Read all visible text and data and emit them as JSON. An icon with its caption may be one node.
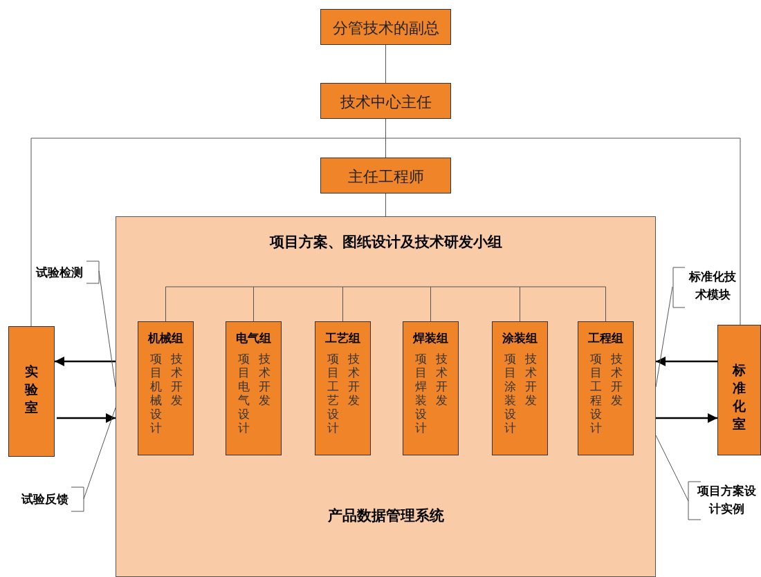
{
  "diagram": {
    "nodes": [
      {
        "text": [
          "分管技术的副总"
        ]
      },
      {
        "text": [
          "技术中心主任"
        ]
      },
      {
        "text": [
          "主任工程师"
        ]
      },
      {
        "text": [
          "项目方案、图纸设计及技术研发小组",
          "产品数据管理系统"
        ]
      },
      {
        "text": [
          "机械组",
          "项目机械设计",
          "技术开发"
        ],
        "in": 3
      },
      {
        "text": [
          "电气组",
          "项目电气设计",
          "技术开发"
        ],
        "in": 3
      },
      {
        "text": [
          "工艺组",
          "项目工艺设计",
          "技术开发"
        ],
        "in": 3
      },
      {
        "text": [
          "焊装组",
          "项目焊装设计",
          "技术开发"
        ],
        "in": 3
      },
      {
        "text": [
          "涂装组",
          "项目涂装设计",
          "技术开发"
        ],
        "in": 3
      },
      {
        "text": [
          "工程组",
          "项目工程设计",
          "技术开发"
        ],
        "in": 3
      },
      {
        "text": [
          "实验室"
        ]
      },
      {
        "text": [
          "标准化室"
        ]
      },
      {
        "text": [
          "试验检测"
        ]
      },
      {
        "text": [
          "试验反馈"
        ]
      },
      {
        "text": [
          "标准化技术模块"
        ]
      },
      {
        "text": [
          "项目方案设计实例"
        ]
      }
    ],
    "edges": [
      {
        "from": 0,
        "to": 1,
        "arrow": "none"
      },
      {
        "from": 1,
        "to": 2,
        "arrow": "none"
      },
      {
        "from": 2,
        "to": 3,
        "arrow": "none"
      },
      {
        "from": 1,
        "to": 10,
        "arrow": "none"
      },
      {
        "from": 1,
        "to": 11,
        "arrow": "none"
      },
      {
        "from": 4,
        "to": 5,
        "arrow": "none"
      },
      {
        "from": 5,
        "to": 6,
        "arrow": "none"
      },
      {
        "from": 6,
        "to": 7,
        "arrow": "none"
      },
      {
        "from": 7,
        "to": 8,
        "arrow": "none"
      },
      {
        "from": 8,
        "to": 9,
        "arrow": "none"
      },
      {
        "from": 3,
        "to": 10,
        "arrow": "to"
      },
      {
        "from": 10,
        "to": 3,
        "arrow": "to"
      },
      {
        "from": 11,
        "to": 3,
        "arrow": "to"
      },
      {
        "from": 3,
        "to": 11,
        "arrow": "to"
      },
      {
        "from": 12,
        "to": 3,
        "arrow": "none"
      },
      {
        "from": 13,
        "to": 3,
        "arrow": "none"
      },
      {
        "from": 14,
        "to": 3,
        "arrow": "none"
      },
      {
        "from": 15,
        "to": 3,
        "arrow": "none"
      }
    ]
  }
}
